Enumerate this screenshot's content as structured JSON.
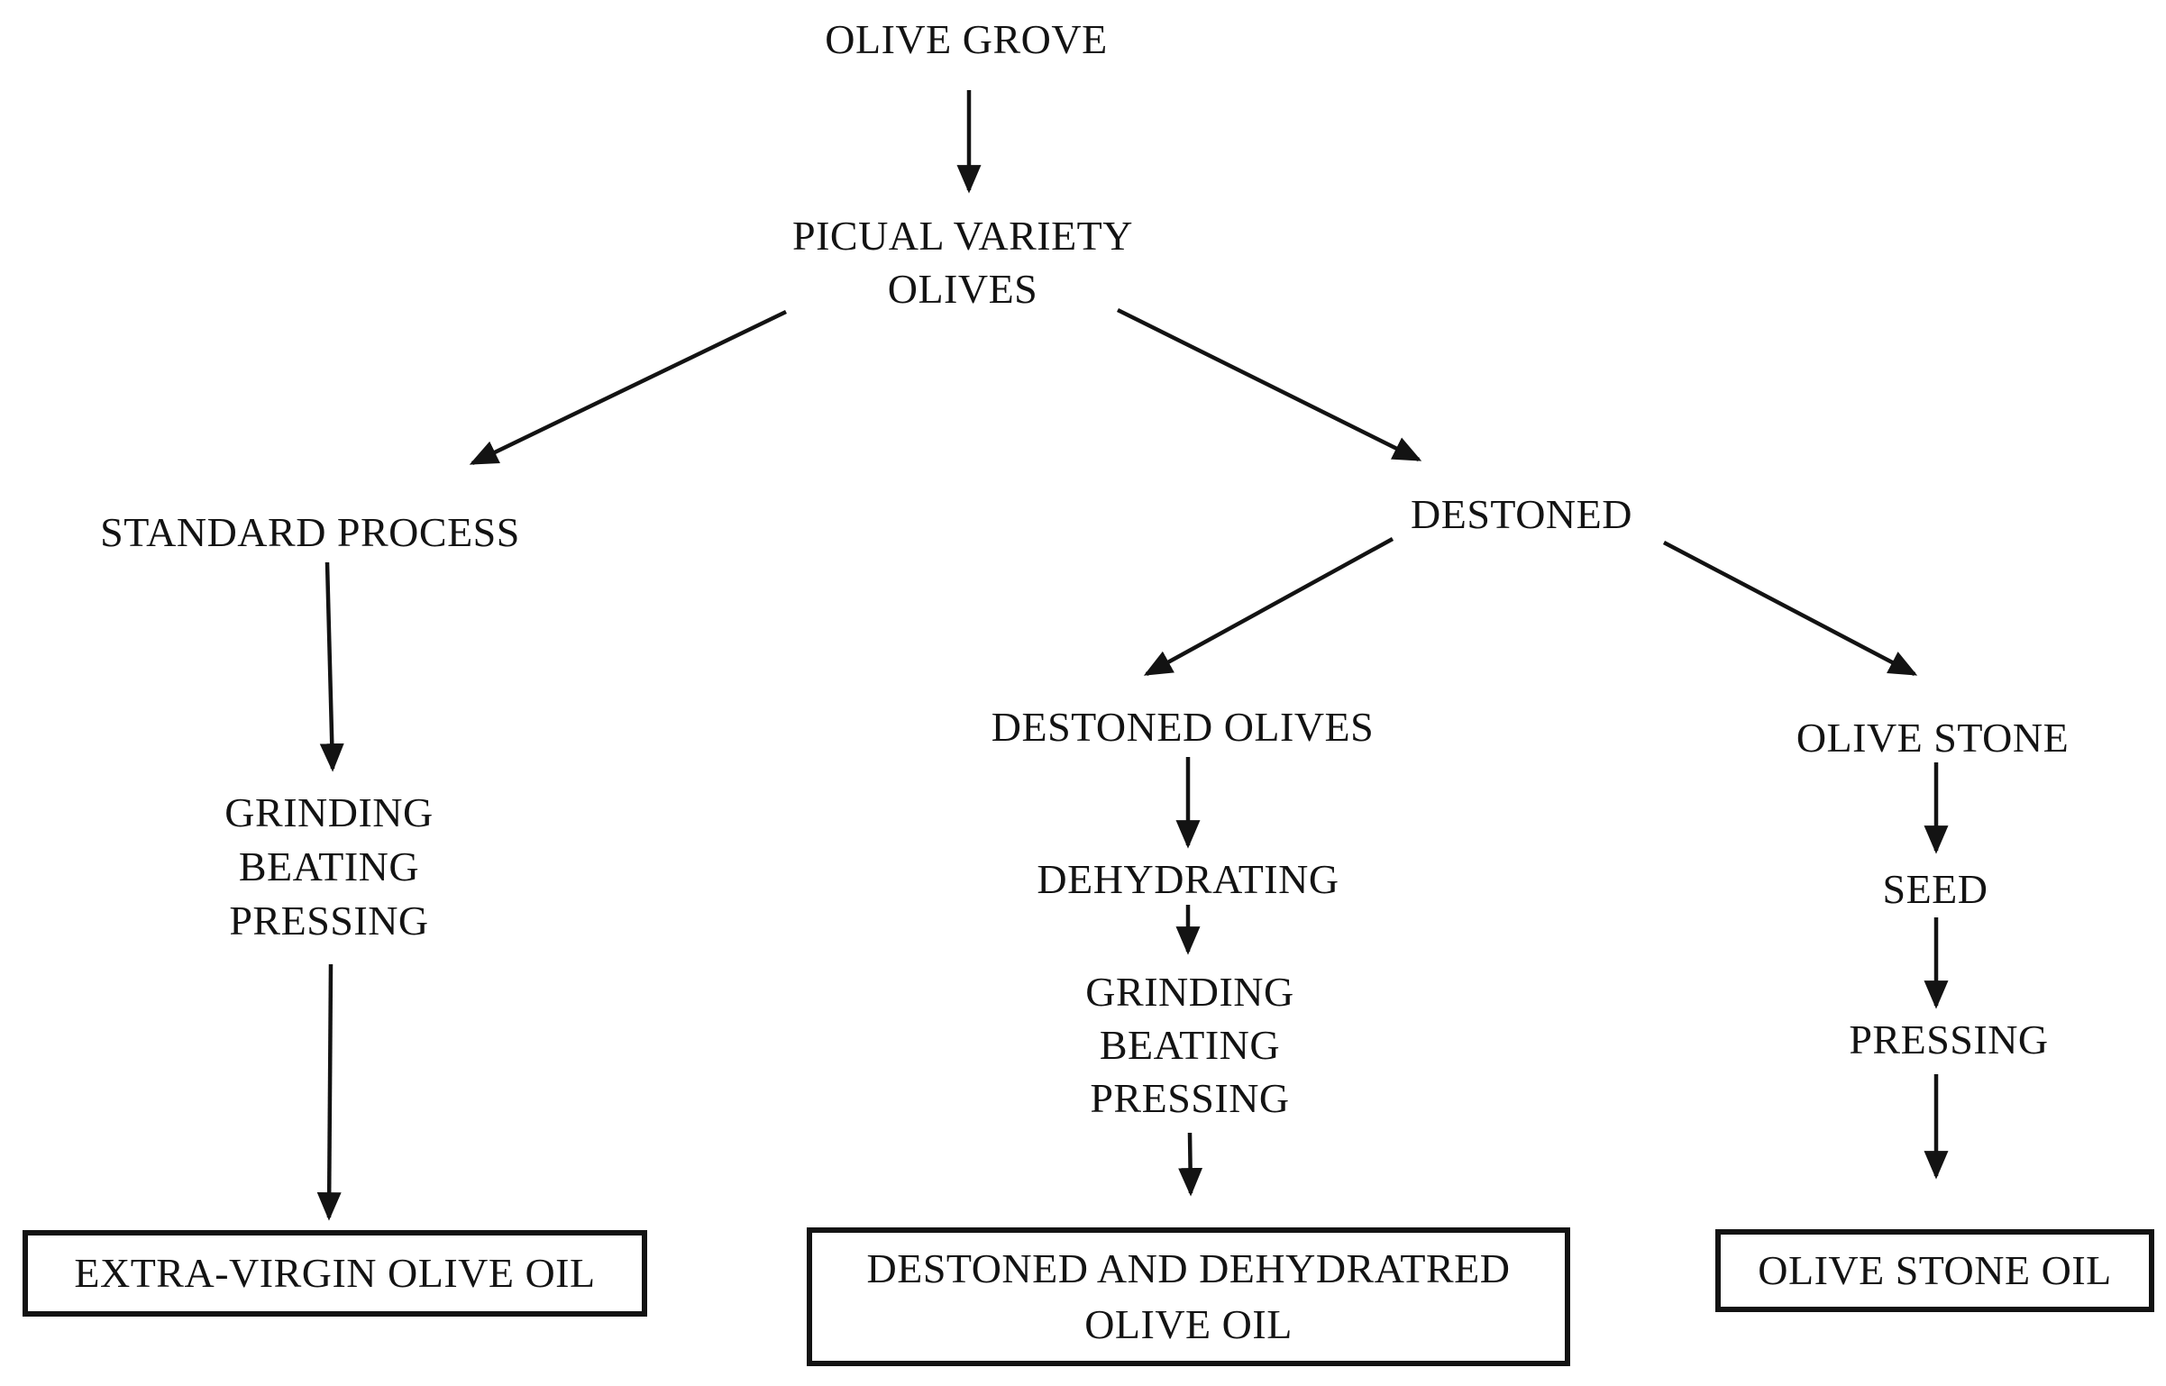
{
  "page": {
    "background_color": "#ffffff",
    "text_color": "#131313",
    "line_color": "#131313"
  },
  "diagram": {
    "type": "flowchart",
    "title": "Olive oil production flowchart",
    "nodes": {
      "olive_grove": {
        "label": "OLIVE GROVE"
      },
      "picual_variety_olives": {
        "lines": [
          "PICUAL VARIETY",
          "OLIVES"
        ]
      },
      "standard_process": {
        "label": "STANDARD PROCESS"
      },
      "standard_steps": {
        "lines": [
          "GRINDING",
          "BEATING",
          "PRESSING"
        ]
      },
      "extra_virgin_box": {
        "label": "EXTRA-VIRGIN OLIVE OIL"
      },
      "destoned": {
        "label": "DESTONED"
      },
      "destoned_olives": {
        "label": "DESTONED OLIVES"
      },
      "dehydrating": {
        "label": "DEHYDRATING"
      },
      "destoned_steps": {
        "lines": [
          "GRINDING",
          "BEATING",
          "PRESSING"
        ]
      },
      "destoned_oil_box": {
        "lines": [
          "DESTONED AND DEHYDRATRED",
          "OLIVE OIL"
        ]
      },
      "olive_stone": {
        "label": "OLIVE STONE"
      },
      "seed": {
        "label": "SEED"
      },
      "pressing": {
        "label": "PRESSING"
      },
      "olive_stone_oil_box": {
        "label": "OLIVE STONE OIL"
      }
    },
    "edges": [
      {
        "from": "OLIVE GROVE",
        "to": "PICUAL VARIETY OLIVES"
      },
      {
        "from": "PICUAL VARIETY OLIVES",
        "to": "STANDARD PROCESS"
      },
      {
        "from": "PICUAL VARIETY OLIVES",
        "to": "DESTONED"
      },
      {
        "from": "STANDARD PROCESS",
        "to": "GRINDING BEATING PRESSING"
      },
      {
        "from": "GRINDING BEATING PRESSING",
        "to": "EXTRA-VIRGIN OLIVE OIL"
      },
      {
        "from": "DESTONED",
        "to": "DESTONED OLIVES"
      },
      {
        "from": "DESTONED",
        "to": "OLIVE STONE"
      },
      {
        "from": "DESTONED OLIVES",
        "to": "DEHYDRATING"
      },
      {
        "from": "DEHYDRATING",
        "to": "GRINDING BEATING PRESSING"
      },
      {
        "from": "GRINDING BEATING PRESSING",
        "to": "DESTONED AND DEHYDRATRED OLIVE OIL"
      },
      {
        "from": "OLIVE STONE",
        "to": "SEED"
      },
      {
        "from": "SEED",
        "to": "PRESSING"
      },
      {
        "from": "PRESSING",
        "to": "OLIVE STONE OIL"
      }
    ]
  }
}
